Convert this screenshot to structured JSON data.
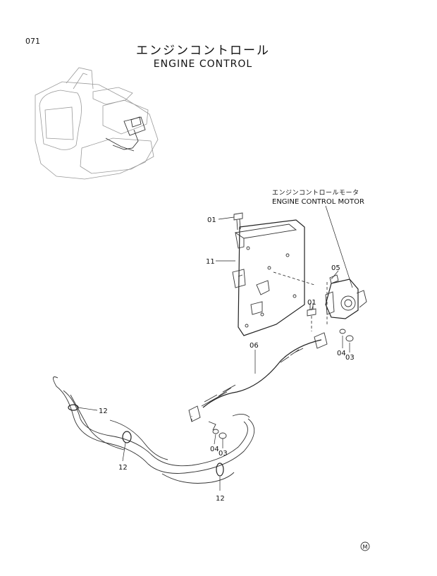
{
  "page_number": "071",
  "title_jp": "エンジンコントロール",
  "title_en": "ENGINE CONTROL",
  "callout_motor": {
    "jp": "エンジンコントロールモータ",
    "en": "ENGINE CONTROL MOTOR"
  },
  "part_labels": {
    "p01a": "01",
    "p11": "11",
    "p05": "05",
    "p01b": "01",
    "p06": "06",
    "p04a": "04",
    "p03a": "03",
    "p12a": "12",
    "p04b": "04",
    "p03b": "03",
    "p12b": "12",
    "p12c": "12"
  },
  "mark": "M"
}
